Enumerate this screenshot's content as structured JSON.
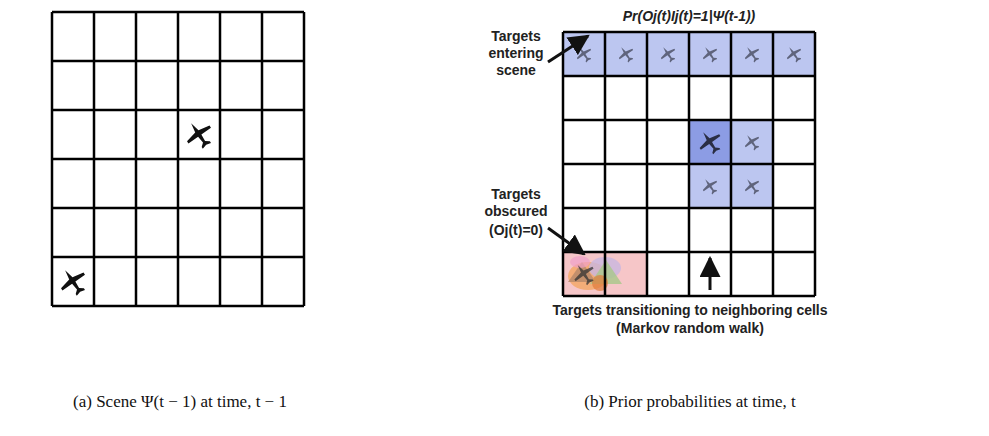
{
  "diagram": {
    "labels": [
      "Pr(Oj(t)Ij(t)=1|Ψ(t-1))",
      "Targets entering scene",
      "Targets obscured",
      "(Oj(t)=0)",
      "Targets transitioning to neighboring cells",
      "(Markov random walk)",
      "(a) Scene Ψ(t − 1) at time, t − 1",
      "(b) Prior probabilities at time, t"
    ]
  }
}
